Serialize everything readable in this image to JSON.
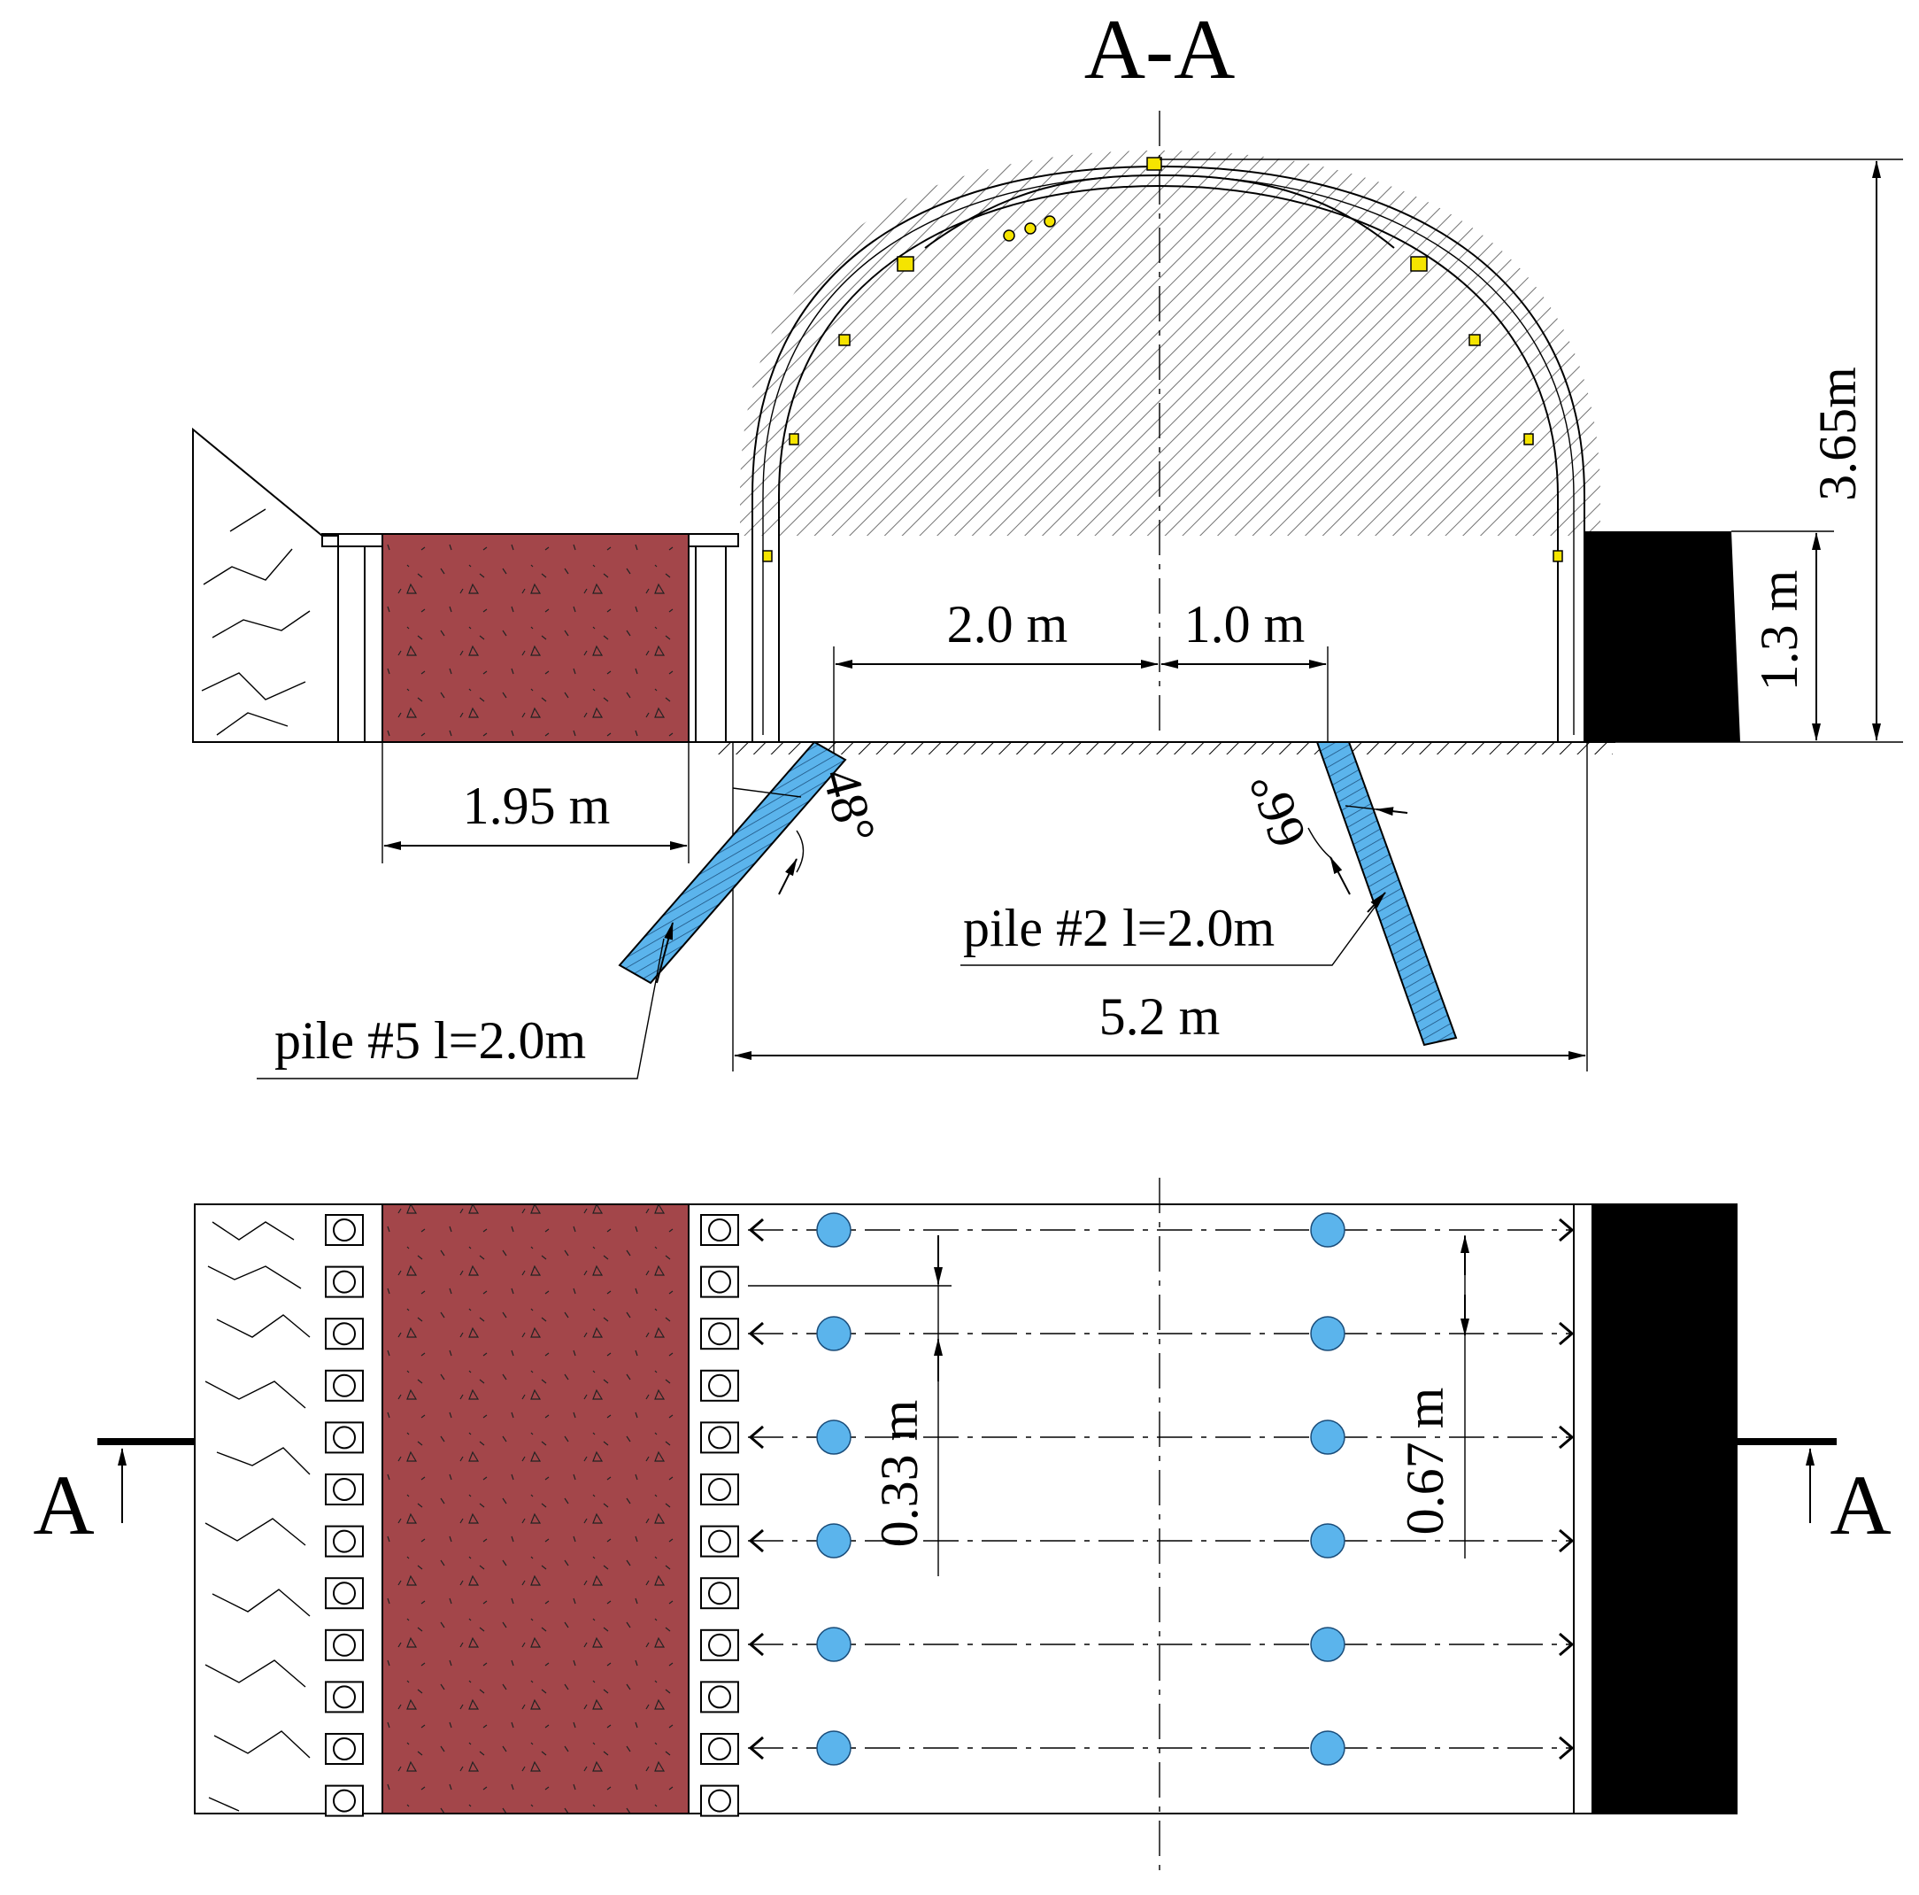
{
  "section_title": "A-A",
  "section_mark_left": "A",
  "section_mark_right": "A",
  "dimensions": {
    "height_total": "3.65m",
    "height_coal": "1.3 m",
    "left_offset": "2.0 m",
    "right_offset": "1.0 m",
    "fill_width": "1.95 m",
    "roadway_width": "5.2 m",
    "spacing_left": "0.33 m",
    "spacing_right": "0.67 m"
  },
  "angles": {
    "left_pile_angle": "48°",
    "right_pile_angle": "66°"
  },
  "piles": {
    "left_label": "pile #5 l=2.0m",
    "right_label": "pile #2 l=2.0m"
  },
  "colors": {
    "filling_body": "#a3464a",
    "pile": "#5bb4ec",
    "coal": "#000000",
    "bolt_marker": "#f5e400"
  }
}
